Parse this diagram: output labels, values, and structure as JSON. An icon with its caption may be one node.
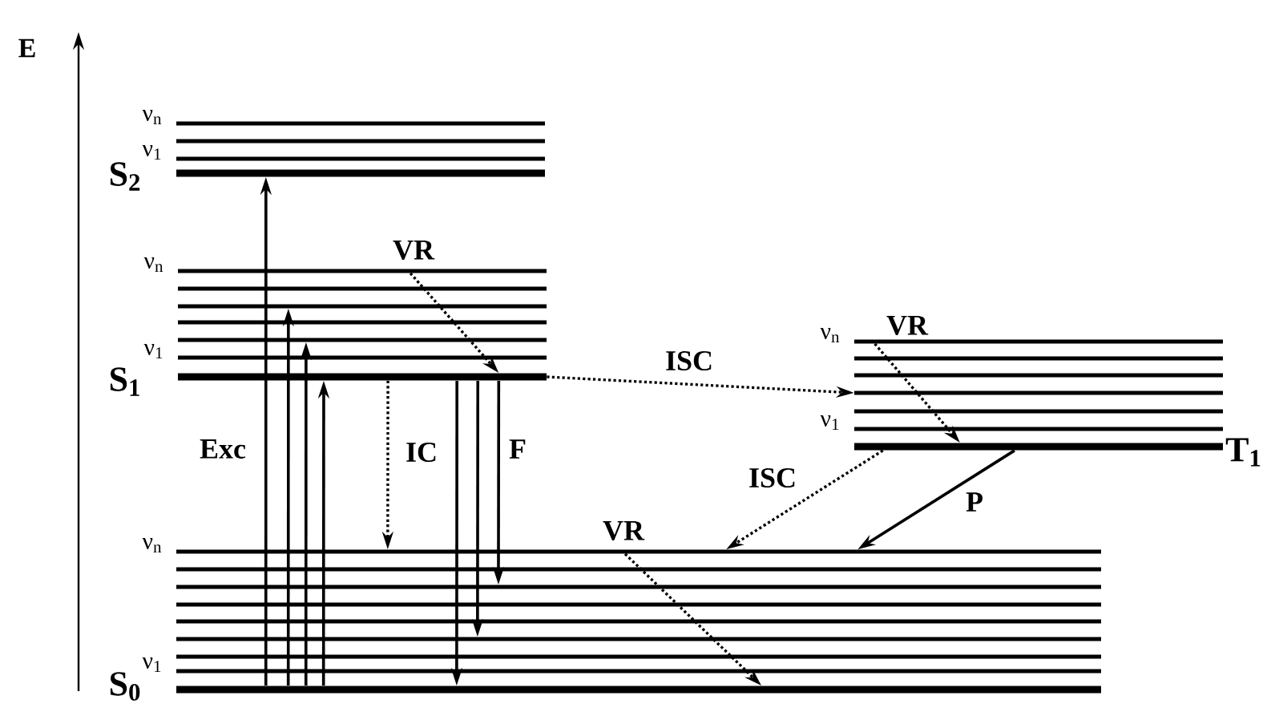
{
  "diagram": {
    "nodes": [
      {
        "text": [],
        "shape": "bar",
        "beside": [
          "ν$_{n}$"
        ]
      },
      {
        "text": [],
        "shape": "bar"
      },
      {
        "text": [],
        "shape": "bar",
        "beside": [
          "ν$_{1}$"
        ]
      },
      {
        "text": [
          "S$_{2}$"
        ]
      },
      {
        "text": [],
        "shape": "bar",
        "beside": [
          "ν$_{n}$"
        ]
      },
      {
        "text": [],
        "shape": "bar"
      },
      {
        "text": [],
        "shape": "bar"
      },
      {
        "text": [],
        "shape": "bar"
      },
      {
        "text": [],
        "shape": "bar"
      },
      {
        "text": [],
        "shape": "bar",
        "beside": [
          "ν$_{1}$"
        ]
      },
      {
        "text": [
          "S$_{1}$"
        ]
      },
      {
        "text": [],
        "shape": "bar",
        "beside": [
          "ν$_{n}$"
        ]
      },
      {
        "text": [],
        "shape": "bar"
      },
      {
        "text": [],
        "shape": "bar"
      },
      {
        "text": [],
        "shape": "bar"
      },
      {
        "text": [],
        "shape": "bar"
      },
      {
        "text": [],
        "shape": "bar",
        "beside": [
          "ν$_{1}$"
        ]
      },
      {
        "text": [
          "T$_{1}$"
        ]
      },
      {
        "text": [],
        "shape": "bar",
        "beside": [
          "ν$_{n}$"
        ]
      },
      {
        "text": [],
        "shape": "bar"
      },
      {
        "text": [],
        "shape": "bar"
      },
      {
        "text": [],
        "shape": "bar"
      },
      {
        "text": [],
        "shape": "bar"
      },
      {
        "text": [],
        "shape": "bar"
      },
      {
        "text": [],
        "shape": "bar"
      },
      {
        "text": [],
        "shape": "bar",
        "beside": [
          "ν$_{1}$"
        ]
      },
      {
        "text": [
          "S$_{0}$"
        ]
      }
    ],
    "edges": [
      {
        "from": 26,
        "to": 3,
        "arrow": "to",
        "label": "Exc"
      },
      {
        "from": 26,
        "to": 6,
        "arrow": "to"
      },
      {
        "from": 26,
        "to": 8,
        "arrow": "to"
      },
      {
        "from": 26,
        "to": 10,
        "arrow": "to"
      },
      {
        "from": 10,
        "to": 18,
        "arrow": "to",
        "label": "IC",
        "style": "dashed"
      },
      {
        "from": 10,
        "to": 26,
        "arrow": "to"
      },
      {
        "from": 10,
        "to": 23,
        "arrow": "to"
      },
      {
        "from": 10,
        "to": 20,
        "arrow": "to",
        "label": "F"
      },
      {
        "from": 4,
        "to": 10,
        "arrow": "to",
        "label": "VR",
        "style": "dashed"
      },
      {
        "from": 10,
        "to": 14,
        "arrow": "to",
        "label": "ISC",
        "style": "dashed"
      },
      {
        "from": 11,
        "to": 17,
        "arrow": "to",
        "label": "VR",
        "style": "dashed"
      },
      {
        "from": 17,
        "to": 18,
        "arrow": "to",
        "label": "ISC",
        "style": "dashed"
      },
      {
        "from": 17,
        "to": 18,
        "arrow": "to",
        "label": "P"
      },
      {
        "from": 18,
        "to": 26,
        "arrow": "to",
        "label": "VR",
        "style": "dashed"
      }
    ],
    "labels": [
      "E"
    ]
  }
}
